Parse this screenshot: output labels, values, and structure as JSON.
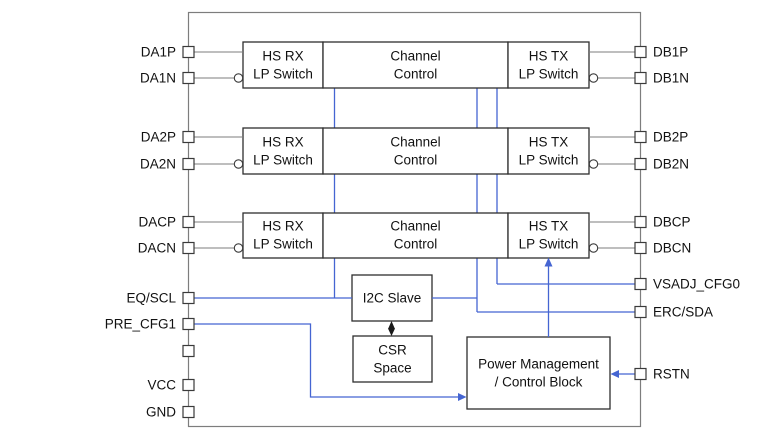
{
  "colors": {
    "blue": "#4565d2",
    "gray": "#7d7d7d",
    "border": "#2e2e2e",
    "ink": "#111111"
  },
  "blocks": {
    "rows": [
      {
        "rx1": "HS RX",
        "rx2": "LP Switch",
        "ch1": "Channel",
        "ch2": "Control",
        "tx1": "HS TX",
        "tx2": "LP Switch"
      },
      {
        "rx1": "HS RX",
        "rx2": "LP Switch",
        "ch1": "Channel",
        "ch2": "Control",
        "tx1": "HS TX",
        "tx2": "LP Switch"
      },
      {
        "rx1": "HS RX",
        "rx2": "LP Switch",
        "ch1": "Channel",
        "ch2": "Control",
        "tx1": "HS TX",
        "tx2": "LP Switch"
      }
    ],
    "i2c": "I2C Slave",
    "csr1": "CSR",
    "csr2": "Space",
    "pm1": "Power Management",
    "pm2": "/ Control Block"
  },
  "pins_left": [
    {
      "label": "DA1P"
    },
    {
      "label": "DA1N"
    },
    {
      "label": "DA2P"
    },
    {
      "label": "DA2N"
    },
    {
      "label": "DACP"
    },
    {
      "label": "DACN"
    },
    {
      "label": "EQ/SCL"
    },
    {
      "label": "PRE_CFG1"
    },
    {
      "label": ""
    },
    {
      "label": "VCC"
    },
    {
      "label": "GND"
    }
  ],
  "pins_right": [
    {
      "label": "DB1P"
    },
    {
      "label": "DB1N"
    },
    {
      "label": "DB2P"
    },
    {
      "label": "DB2N"
    },
    {
      "label": "DBCP"
    },
    {
      "label": "DBCN"
    },
    {
      "label": "VSADJ_CFG0"
    },
    {
      "label": "ERC/SDA"
    },
    {
      "label": "RSTN"
    }
  ]
}
